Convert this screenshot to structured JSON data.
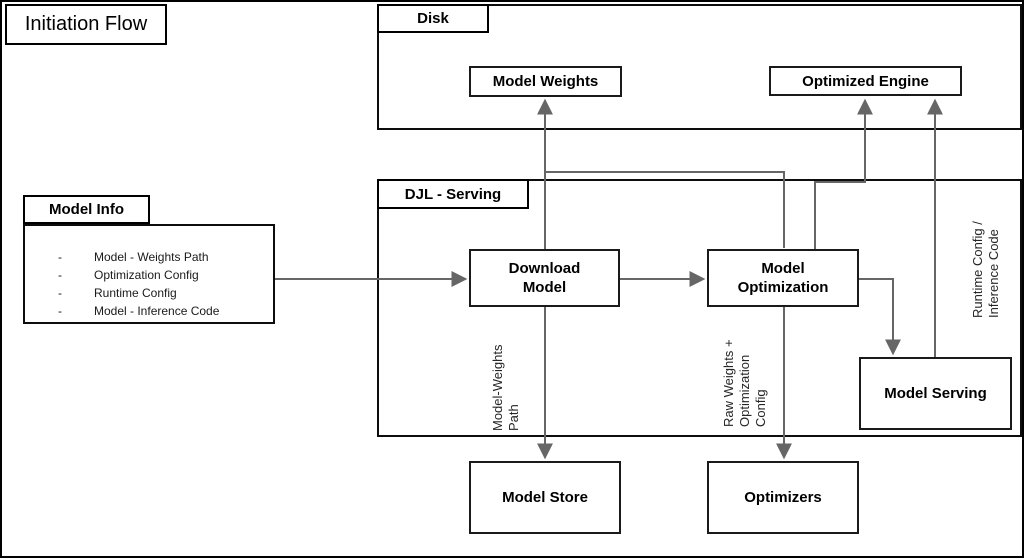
{
  "frame": {
    "title": "Initiation Flow"
  },
  "containers": {
    "disk": {
      "label": "Disk"
    },
    "djl_serving": {
      "label": "DJL - Serving"
    },
    "model_info": {
      "label": "Model Info",
      "bullet": "-",
      "items": [
        "Model - Weights Path",
        "Optimization Config",
        "Runtime Config",
        "Model - Inference Code"
      ]
    }
  },
  "nodes": {
    "model_weights": {
      "label": "Model Weights"
    },
    "optimized_engine": {
      "label": "Optimized Engine"
    },
    "download_model": {
      "label": "Download\nModel"
    },
    "model_optimization": {
      "label": "Model\nOptimization"
    },
    "model_serving": {
      "label": "Model Serving"
    },
    "model_store": {
      "label": "Model Store"
    },
    "optimizers": {
      "label": "Optimizers"
    }
  },
  "edge_labels": {
    "model_weights_path": "Model-Weights\nPath",
    "raw_weights_optimization_config": "Raw Weights +\nOptimization\nConfig",
    "runtime_config_inference_code": "Runtime Config /\nInference Code"
  },
  "colors": {
    "connector": "#666666",
    "border": "#000000",
    "background": "#ffffff"
  }
}
